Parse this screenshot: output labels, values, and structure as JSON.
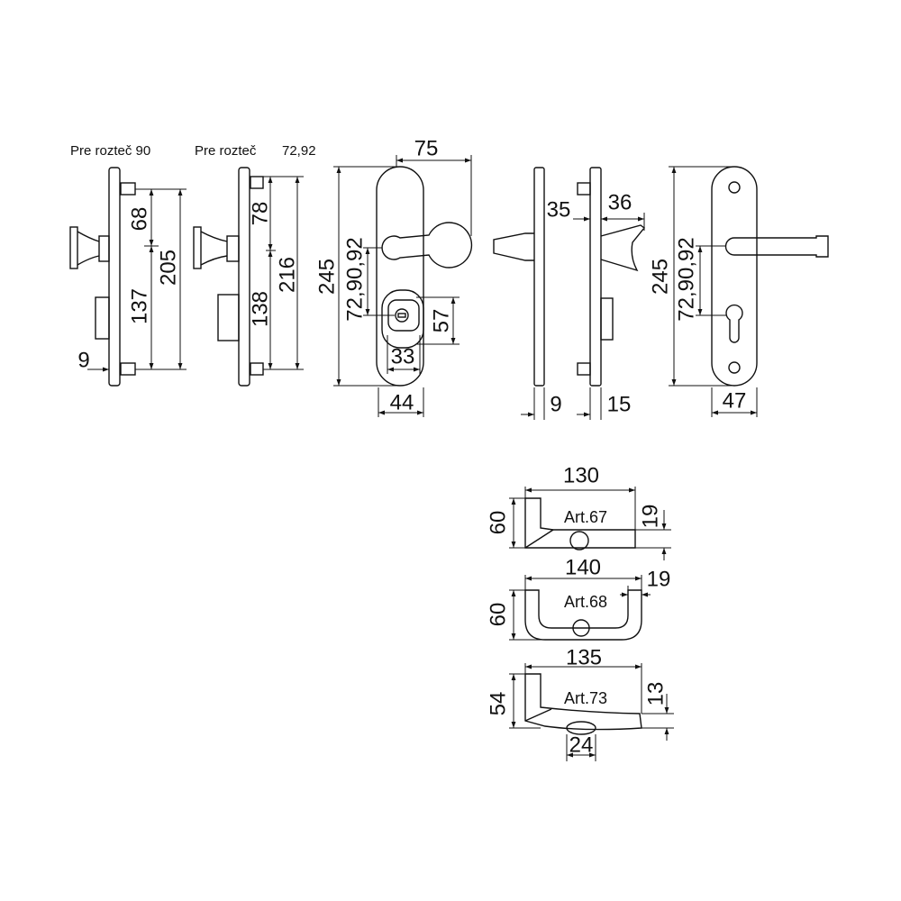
{
  "headings": {
    "pitch_90": "Pre rozteč 90",
    "pitch_72_92_label": "Pre rozteč",
    "pitch_72_92_value": "72,92"
  },
  "side_view_pitch_90": {
    "dim_upper": "68",
    "dim_lower": "137",
    "dim_overall": "205",
    "dim_plate": "9"
  },
  "side_view_pitch_72_92": {
    "dim_upper": "78",
    "dim_lower": "138",
    "dim_overall": "216"
  },
  "front_view_knob": {
    "dim_reach": "75",
    "dim_overall": "245",
    "dim_pitch": "72,90,92",
    "dim_guard": "57",
    "dim_opening": "33",
    "dim_breadth": "44"
  },
  "side_view_lever": {
    "dim_inner": "35",
    "dim_outer": "36",
    "dim_inner_plate": "9",
    "dim_outer_plate": "15"
  },
  "front_view_lever": {
    "dim_overall": "245",
    "dim_pitch": "72,90,92",
    "dim_breadth": "47"
  },
  "lever_profiles": [
    {
      "name": "Art.67",
      "dim_span": "130",
      "dim_reach": "60",
      "dim_grip": "19"
    },
    {
      "name": "Art.68",
      "dim_span": "140",
      "dim_reach": "60",
      "dim_grip": "19"
    },
    {
      "name": "Art.73",
      "dim_span": "135",
      "dim_reach": "54",
      "dim_grip": "13",
      "dim_rose": "24"
    }
  ]
}
